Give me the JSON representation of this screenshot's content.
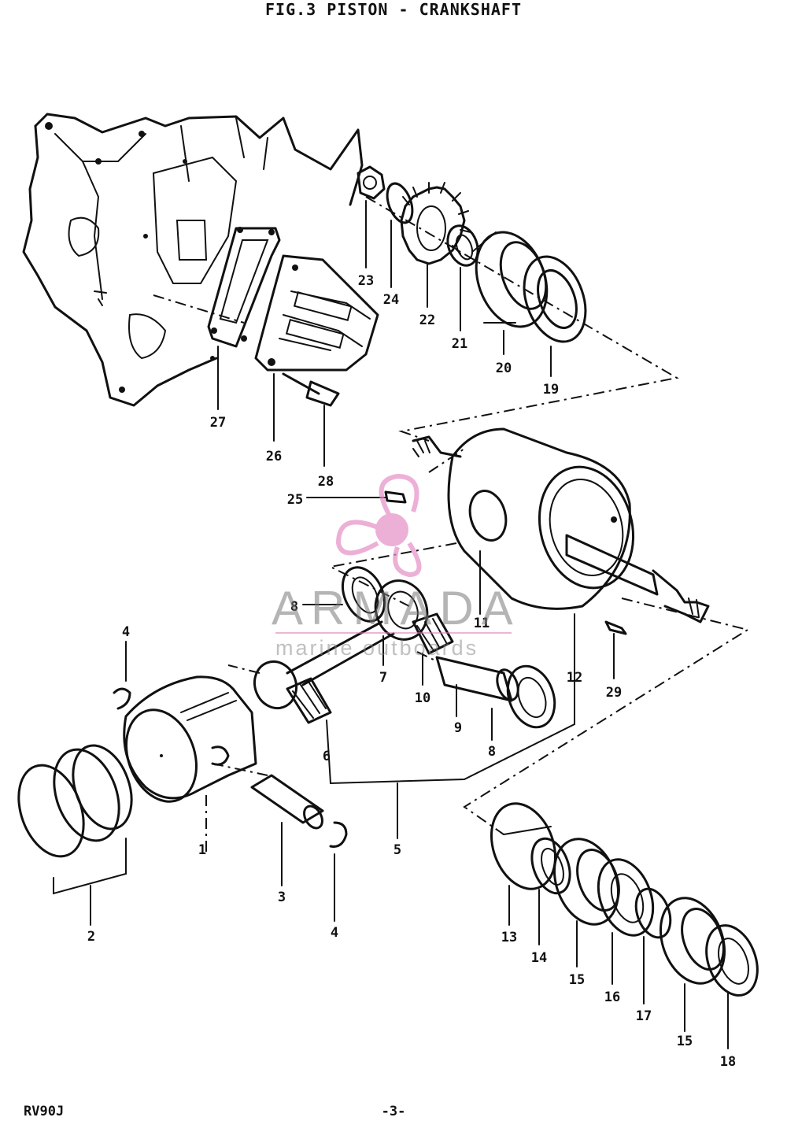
{
  "title": "FIG.3  PISTON - CRANKSHAFT",
  "footer": {
    "model": "RV90J",
    "page": "-3-"
  },
  "watermark": {
    "brand": "ARMADA",
    "subtitle": "marine outboards",
    "color": "#e58fc6"
  },
  "callouts": [
    "1",
    "2",
    "3",
    "4",
    "4",
    "5",
    "6",
    "7",
    "8",
    "8",
    "9",
    "10",
    "11",
    "12",
    "13",
    "14",
    "15",
    "15",
    "16",
    "17",
    "18",
    "19",
    "20",
    "21",
    "22",
    "23",
    "24",
    "25",
    "26",
    "27",
    "28",
    "29"
  ]
}
